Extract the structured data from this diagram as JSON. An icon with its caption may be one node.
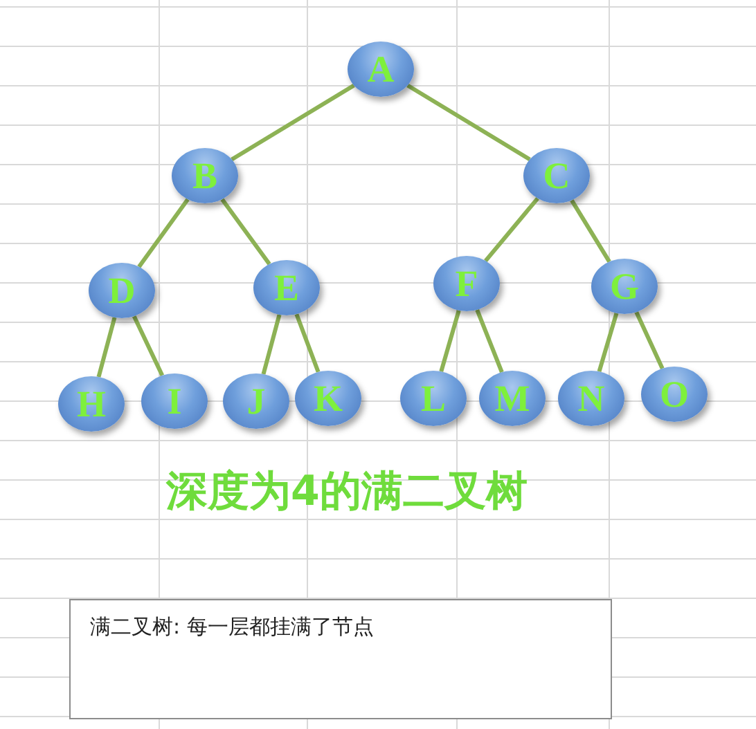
{
  "diagram": {
    "title": "深度为4的满二叉树",
    "nodes": [
      {
        "text": [
          "A"
        ]
      },
      {
        "text": [
          "B"
        ]
      },
      {
        "text": [
          "C"
        ]
      },
      {
        "text": [
          "D"
        ]
      },
      {
        "text": [
          "E"
        ]
      },
      {
        "text": [
          "F"
        ]
      },
      {
        "text": [
          "G"
        ]
      },
      {
        "text": [
          "H"
        ]
      },
      {
        "text": [
          "I"
        ]
      },
      {
        "text": [
          "J"
        ]
      },
      {
        "text": [
          "K"
        ]
      },
      {
        "text": [
          "L"
        ]
      },
      {
        "text": [
          "M"
        ]
      },
      {
        "text": [
          "N"
        ]
      },
      {
        "text": [
          "O"
        ]
      },
      {
        "text": [
          "满二叉树: 每一层都挂满了节点"
        ]
      }
    ],
    "edges": [
      {
        "from": 0,
        "to": 1,
        "arrow": "none"
      },
      {
        "from": 0,
        "to": 2,
        "arrow": "none"
      },
      {
        "from": 1,
        "to": 3,
        "arrow": "none"
      },
      {
        "from": 1,
        "to": 4,
        "arrow": "none"
      },
      {
        "from": 2,
        "to": 5,
        "arrow": "none"
      },
      {
        "from": 2,
        "to": 6,
        "arrow": "none"
      },
      {
        "from": 3,
        "to": 7,
        "arrow": "none"
      },
      {
        "from": 3,
        "to": 8,
        "arrow": "none"
      },
      {
        "from": 4,
        "to": 9,
        "arrow": "none"
      },
      {
        "from": 4,
        "to": 10,
        "arrow": "none"
      },
      {
        "from": 5,
        "to": 11,
        "arrow": "none"
      },
      {
        "from": 5,
        "to": 12,
        "arrow": "none"
      },
      {
        "from": 6,
        "to": 13,
        "arrow": "none"
      },
      {
        "from": 6,
        "to": 14,
        "arrow": "none"
      }
    ]
  }
}
